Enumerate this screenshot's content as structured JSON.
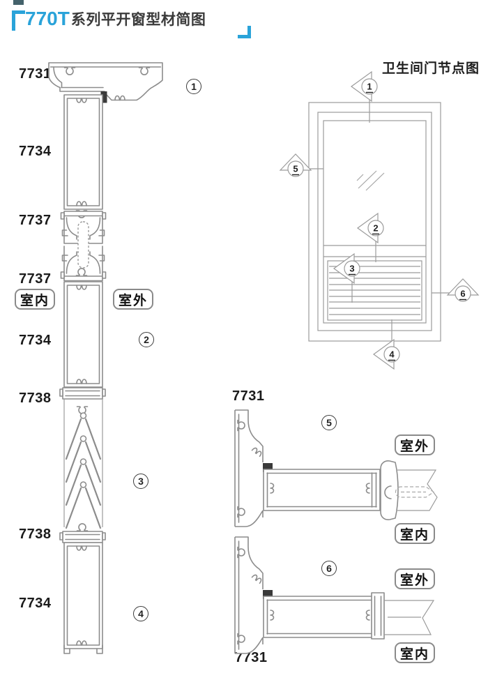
{
  "header": {
    "series_code": "770T",
    "title_rest": "系列平开窗型材简图",
    "accent_color": "#2AA3D9"
  },
  "profile_stack": {
    "labels": [
      "7731",
      "7734",
      "7737",
      "7737",
      "7734",
      "7738",
      "7738",
      "7734"
    ],
    "section_circles": [
      "1",
      "2",
      "3",
      "4"
    ],
    "indoor_label": "室内",
    "outdoor_label": "室外"
  },
  "door_diagram": {
    "title": "卫生间门节点图",
    "markers": [
      "1",
      "2",
      "3",
      "4",
      "5",
      "6"
    ]
  },
  "detail_5": {
    "profile_label": "7731",
    "circle": "5",
    "outdoor_label": "室外",
    "indoor_label": "室内"
  },
  "detail_6": {
    "profile_label": "7731",
    "circle": "6",
    "outdoor_label": "室外",
    "indoor_label": "室内"
  }
}
